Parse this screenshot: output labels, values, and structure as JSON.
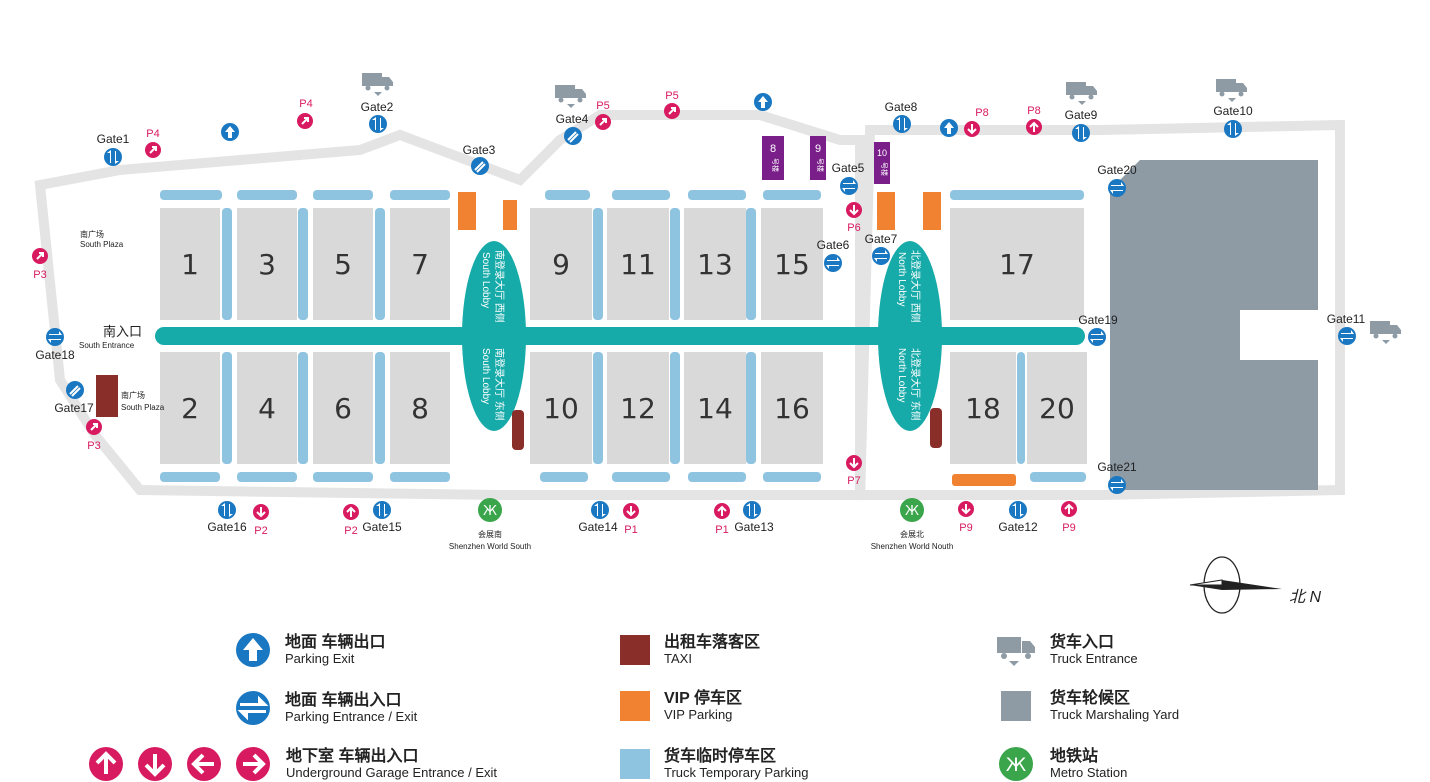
{
  "halls": [
    "1",
    "2",
    "3",
    "4",
    "5",
    "6",
    "7",
    "8",
    "9",
    "10",
    "11",
    "12",
    "13",
    "14",
    "15",
    "16",
    "17",
    "18",
    "20"
  ],
  "buildings": [
    {
      "num": "8",
      "label": "号楼"
    },
    {
      "num": "9",
      "label": "号楼"
    },
    {
      "num": "10",
      "label": "号楼"
    }
  ],
  "gates": [
    "Gate1",
    "Gate2",
    "Gate3",
    "Gate4",
    "Gate5",
    "Gate6",
    "Gate7",
    "Gate8",
    "Gate9",
    "Gate10",
    "Gate11",
    "Gate12",
    "Gate13",
    "Gate14",
    "Gate15",
    "Gate16",
    "Gate17",
    "Gate18",
    "Gate19",
    "Gate20",
    "Gate21"
  ],
  "parking_labels": [
    "P1",
    "P2",
    "P3",
    "P4",
    "P5",
    "P6",
    "P7",
    "P8",
    "P9"
  ],
  "areas": {
    "south_plaza_cn": "南广场",
    "south_plaza_en": "South Plaza",
    "south_entrance_cn": "南入口",
    "south_entrance_en": "South Entrance",
    "south_lobby_west": "南登录大厅 西侧",
    "south_lobby_east": "南登录大厅 东侧",
    "south_lobby_en": "South Lobby",
    "north_lobby_west": "北登录大厅 西侧",
    "north_lobby_east": "北登录大厅 东侧",
    "north_lobby_en": "North Lobby"
  },
  "metro": {
    "south_cn": "会展南",
    "south_en": "Shenzhen World South",
    "north_cn": "会展北",
    "north_en": "Shenzhen World Nouth"
  },
  "compass": {
    "label": "北 N"
  },
  "legend": {
    "parking_exit": {
      "cn": "地面 车辆出口",
      "en": "Parking Exit"
    },
    "parking_entrance_exit": {
      "cn": "地面 车辆出入口",
      "en": "Parking Entrance / Exit"
    },
    "underground": {
      "cn": "地下室 车辆出入口",
      "en": "Underground Garage Entrance / Exit"
    },
    "taxi": {
      "cn": "出租车落客区",
      "en": "TAXI"
    },
    "vip": {
      "cn": "VIP 停车区",
      "en": "VIP Parking"
    },
    "truck_temp": {
      "cn": "货车临时停车区",
      "en": "Truck Temporary Parking"
    },
    "truck_entrance": {
      "cn": "货车入口",
      "en": "Truck Entrance"
    },
    "truck_yard": {
      "cn": "货车轮候区",
      "en": "Truck Marshaling Yard"
    },
    "metro": {
      "cn": "地铁站",
      "en": "Metro Station"
    }
  },
  "colors": {
    "hall": "#d9d9d9",
    "outline": "#e8e8e8",
    "spine": "#16aaa8",
    "truck_parking": "#8fc4e0",
    "vip": "#f08232",
    "taxi": "#8a2e2a",
    "building": "#7a1f8a",
    "yard": "#8e9ba5",
    "gate_blue": "#1a78c2",
    "parking_pink": "#d81b60",
    "metro_green": "#3aa54a"
  }
}
